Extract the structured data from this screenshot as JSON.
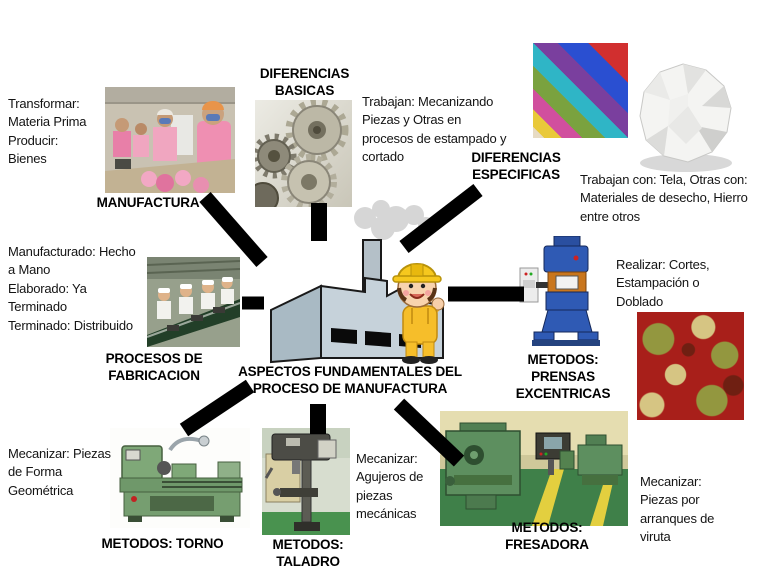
{
  "center": {
    "title": "ASPECTOS FUNDAMENTALES DEL\nPROCESO DE MANUFACTURA",
    "image": "factory-worker-clipart"
  },
  "nodes": {
    "manufactura": {
      "label": "MANUFACTURA",
      "note": "Transformar:\nMateria Prima\nProducir:\nBienes",
      "image": "textile-workers-photo"
    },
    "diferencias_basicas": {
      "label": "DIFERENCIAS\nBASICAS",
      "note": "Trabajan:  Mecanizando\nPiezas y Otras en\nprocesos de estampado y\ncortado",
      "image": "gears-photo"
    },
    "diferencias_especificas": {
      "label": "DIFERENCIAS\nESPECIFICAS",
      "note": "Trabajan con: Tela, Otras con:\nMateriales de desecho, Hierro\nentre otros",
      "images": [
        "colored-fabric-sheets-photo",
        "crumpled-paper-photo"
      ]
    },
    "procesos_fabricacion": {
      "label": "PROCESOS DE\nFABRICACION",
      "note": "Manufacturado: Hecho\na Mano\nElaborado:  Ya\nTerminado\nTerminado: Distribuido",
      "image": "assembly-line-photo"
    },
    "prensas_excentricas": {
      "label": "METODOS:\nPRENSAS\nEXCENTRICAS",
      "note": "Realizar: Cortes,\nEstampación o\nDoblado",
      "images": [
        "eccentric-press-photo",
        "paisley-fabric-photo"
      ]
    },
    "torno": {
      "label": "METODOS: TORNO",
      "note": "Mecanizar: Piezas\nde Forma\nGeométrica",
      "image": "lathe-photo"
    },
    "taladro": {
      "label": "METODOS:\nTALADRO",
      "note": "Mecanizar:\nAgujeros de\npiezas\nmecánicas",
      "image": "drill-press-photo"
    },
    "fresadora": {
      "label": "METODOS:\nFRESADORA",
      "note": "Mecanizar:\nPiezas por\narranques de\nviruta",
      "image": "milling-machine-photo"
    }
  },
  "colors": {
    "background": "#ffffff",
    "spoke": "#000000",
    "text": "#141414",
    "heading": "#000000"
  }
}
